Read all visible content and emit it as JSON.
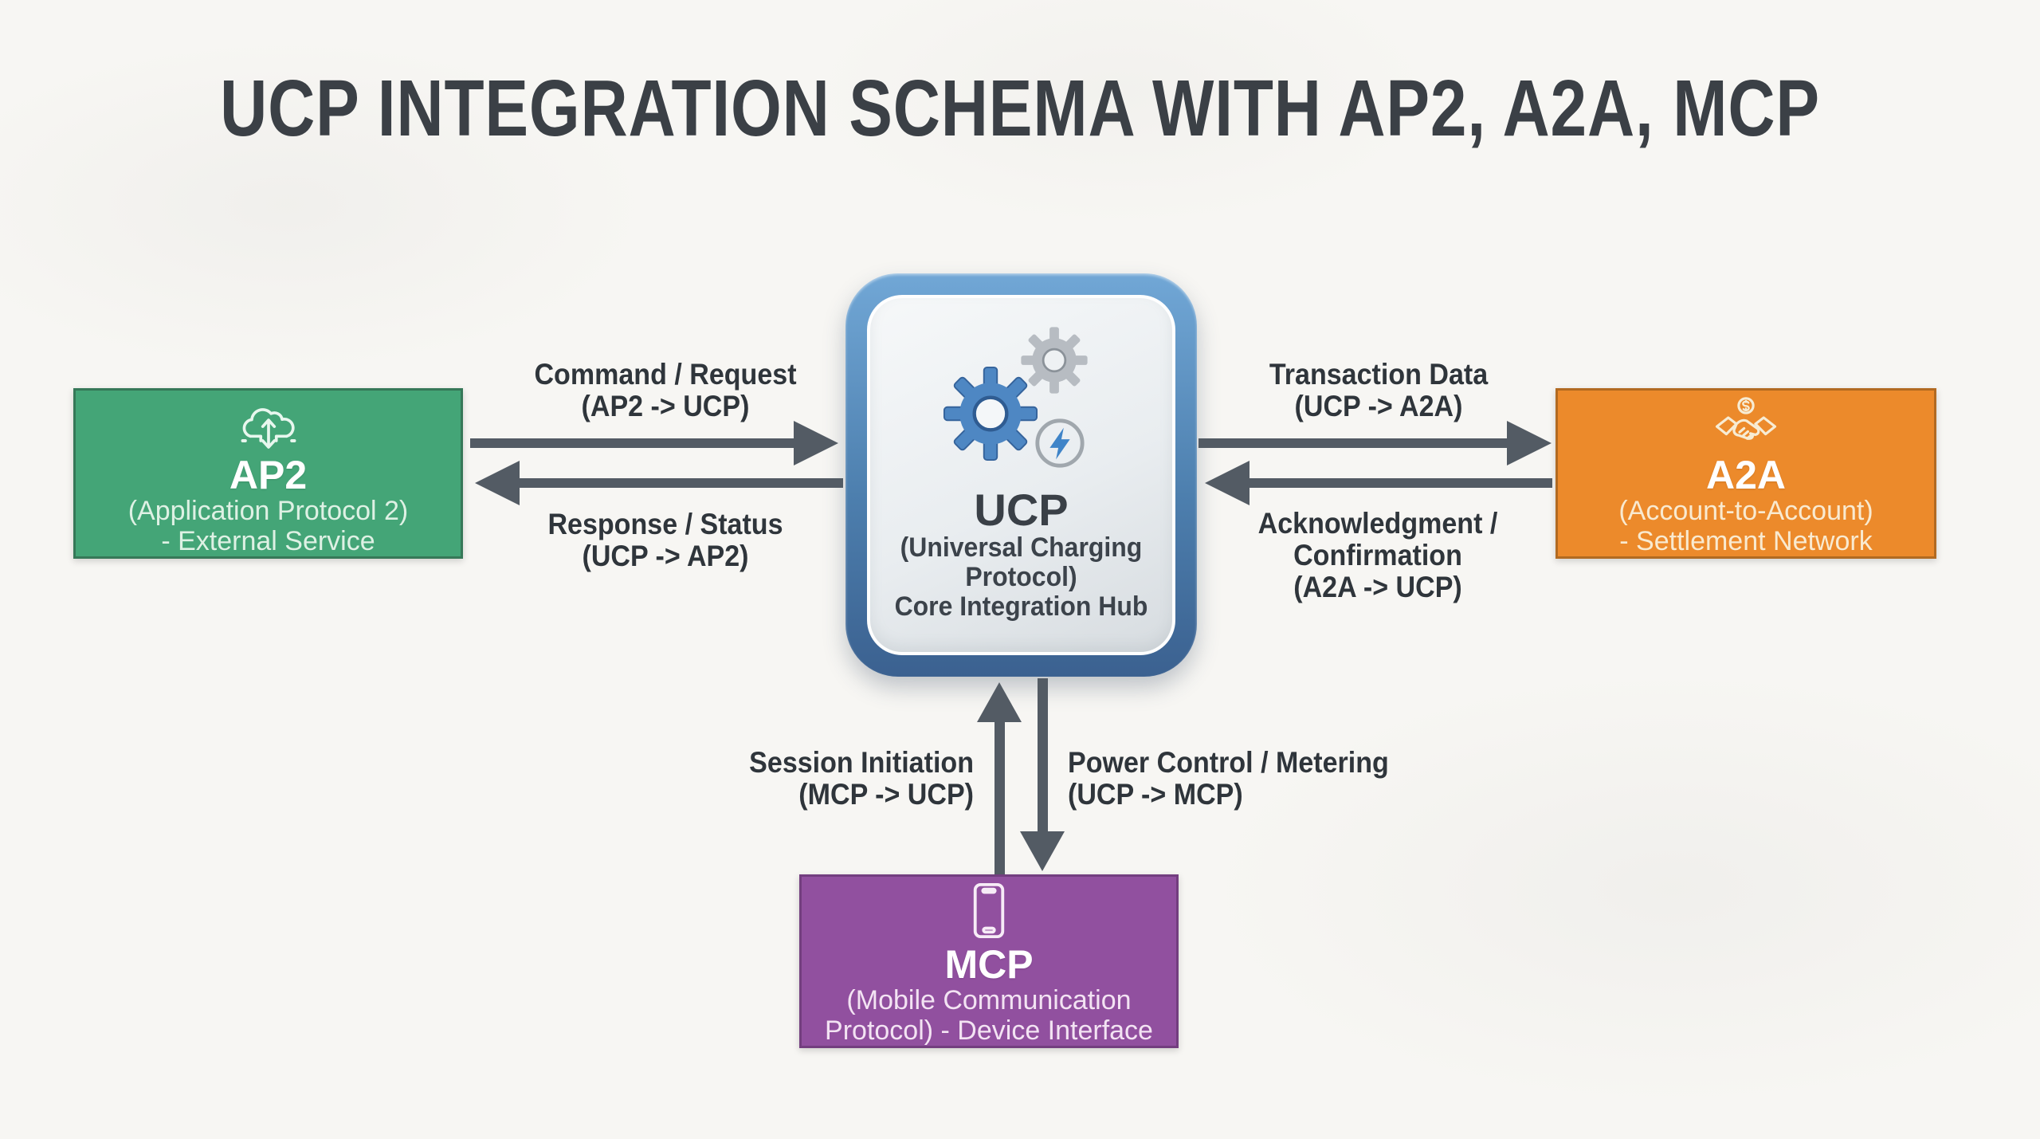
{
  "title": "UCP INTEGRATION SCHEMA WITH AP2, A2A, MCP",
  "nodes": {
    "ucp": {
      "abbr": "UCP",
      "sub1": "(Universal Charging",
      "sub2": "Protocol)",
      "sub3": "Core Integration Hub",
      "icons": [
        "gear-icon-blue",
        "gear-icon-gray",
        "lightning-circle-icon"
      ]
    },
    "ap2": {
      "abbr": "AP2",
      "sub1": "(Application Protocol 2)",
      "sub2": "- External Service",
      "icon": "cloud-sync-icon"
    },
    "a2a": {
      "abbr": "A2A",
      "sub1": "(Account-to-Account)",
      "sub2": "- Settlement Network",
      "icon": "handshake-dollar-icon"
    },
    "mcp": {
      "abbr": "MCP",
      "sub1": "(Mobile Communication",
      "sub2": "Protocol) - Device Interface",
      "icon": "smartphone-icon"
    }
  },
  "edges": {
    "ap2_to_ucp": {
      "line1": "Command / Request",
      "line2": "(AP2 -> UCP)",
      "direction": "right"
    },
    "ucp_to_ap2": {
      "line1": "Response / Status",
      "line2": "(UCP -> AP2)",
      "direction": "left"
    },
    "ucp_to_a2a": {
      "line1": "Transaction Data",
      "line2": "(UCP -> A2A)",
      "direction": "right"
    },
    "a2a_to_ucp": {
      "line1": "Acknowledgment /",
      "line2": "Confirmation",
      "line3": "(A2A -> UCP)",
      "direction": "left"
    },
    "mcp_to_ucp": {
      "line1": "Session Initiation",
      "line2": "(MCP -> UCP)",
      "direction": "up"
    },
    "ucp_to_mcp": {
      "line1": "Power Control / Metering",
      "line2": "(UCP -> MCP)",
      "direction": "down"
    }
  },
  "colors": {
    "background": "#f7f6f3",
    "title_text": "#3b4046",
    "arrow": "#535b64",
    "edge_label_text": "#2f353b",
    "ap2_green": "#44a577",
    "a2a_orange": "#ec8a2b",
    "mcp_purple": "#91509f",
    "ucp_border_top": "#71a7d6",
    "ucp_border_bottom": "#3b6190",
    "ucp_panel": "#e9edf0",
    "gear_blue": "#4e87c3",
    "gear_gray": "#b7bcc2",
    "bolt_blue": "#3f84c8"
  }
}
